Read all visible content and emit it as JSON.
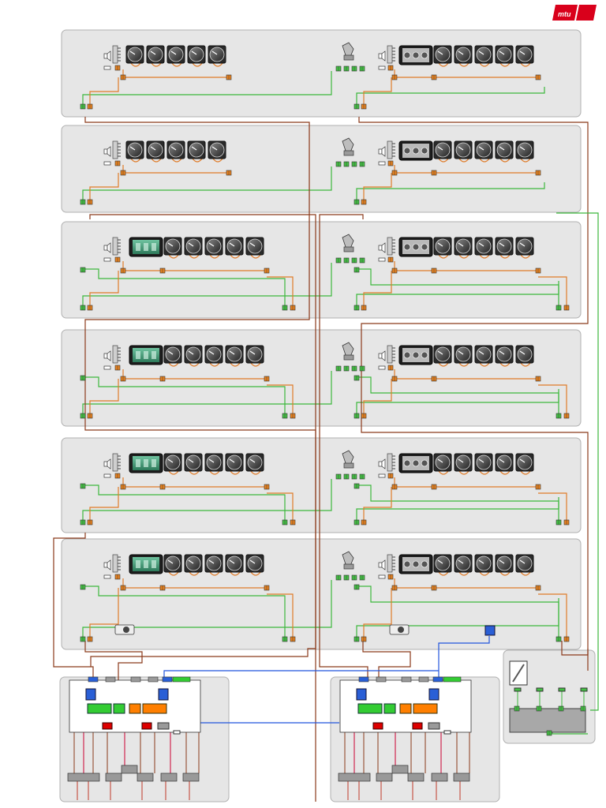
{
  "brand": {
    "logo_text": "mtu",
    "logo_color": "#d9001b",
    "logo_text_color": "#ffffff"
  },
  "colors": {
    "panel_fill": "#e6e6e6",
    "panel_stroke": "#b0b0b0",
    "wire_orange": "#e07b28",
    "wire_green": "#3cb83c",
    "wire_brown": "#8b3a1a",
    "wire_blue": "#2255dd",
    "connector_orange": "#e8821f",
    "connector_green": "#44c144",
    "controller_blue": "#2a5fd6",
    "controller_green": "#33cc33",
    "controller_orange": "#ff7f00",
    "controller_red": "#dd0000",
    "controller_gray": "#9a9a9a"
  },
  "layout": {
    "station_rows": 6,
    "stations_per_row": 2,
    "row_types": [
      "gauges",
      "gauges",
      "display",
      "display",
      "display",
      "display"
    ],
    "gauges_per_station": 5,
    "controller_units": 2,
    "extension_units": 1,
    "extension_devices": 4
  },
  "icons": {
    "gauge": "analog-gauge-icon",
    "display": "monitor-display-icon",
    "engine_display": "engine-display-icon",
    "speaker": "speaker-icon",
    "handset": "handset-icon",
    "relay": "relay-module-icon",
    "camera": "camera-icon",
    "sensor": "sensor-icon",
    "pen": "pen-icon"
  }
}
